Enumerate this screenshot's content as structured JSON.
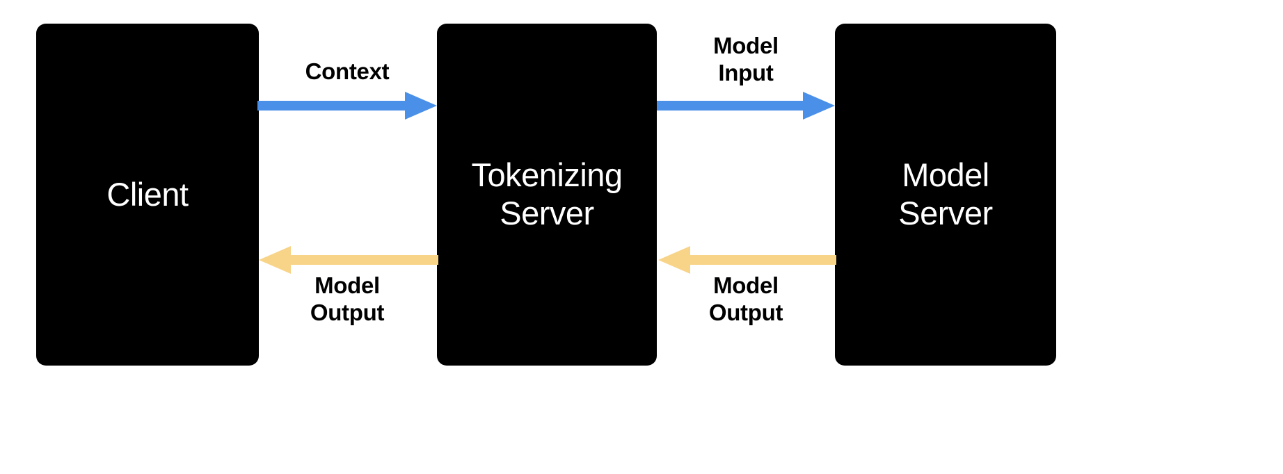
{
  "diagram": {
    "background_color": "#ffffff",
    "nodes": [
      {
        "id": "client",
        "label": "Client",
        "fill": "#000000",
        "text_color": "#ffffff"
      },
      {
        "id": "tokenizer",
        "label": "Tokenizing\nServer",
        "fill": "#000000",
        "text_color": "#ffffff"
      },
      {
        "id": "model",
        "label": "Model\nServer",
        "fill": "#000000",
        "text_color": "#ffffff"
      }
    ],
    "edges": [
      {
        "id": "context",
        "label": "Context",
        "from": "client",
        "to": "tokenizer",
        "direction": "right",
        "color": "#4a90e8"
      },
      {
        "id": "model-input",
        "label": "Model\nInput",
        "from": "tokenizer",
        "to": "model",
        "direction": "right",
        "color": "#4a90e8"
      },
      {
        "id": "model-output-1",
        "label": "Model\nOutput",
        "from": "tokenizer",
        "to": "client",
        "direction": "left",
        "color": "#f8d489"
      },
      {
        "id": "model-output-2",
        "label": "Model\nOutput",
        "from": "model",
        "to": "tokenizer",
        "direction": "left",
        "color": "#f8d489"
      }
    ],
    "colors": {
      "arrow_forward": "#4a90e8",
      "arrow_backward": "#f8d489",
      "node_fill": "#000000",
      "node_text": "#ffffff",
      "label_text": "#000000"
    }
  }
}
